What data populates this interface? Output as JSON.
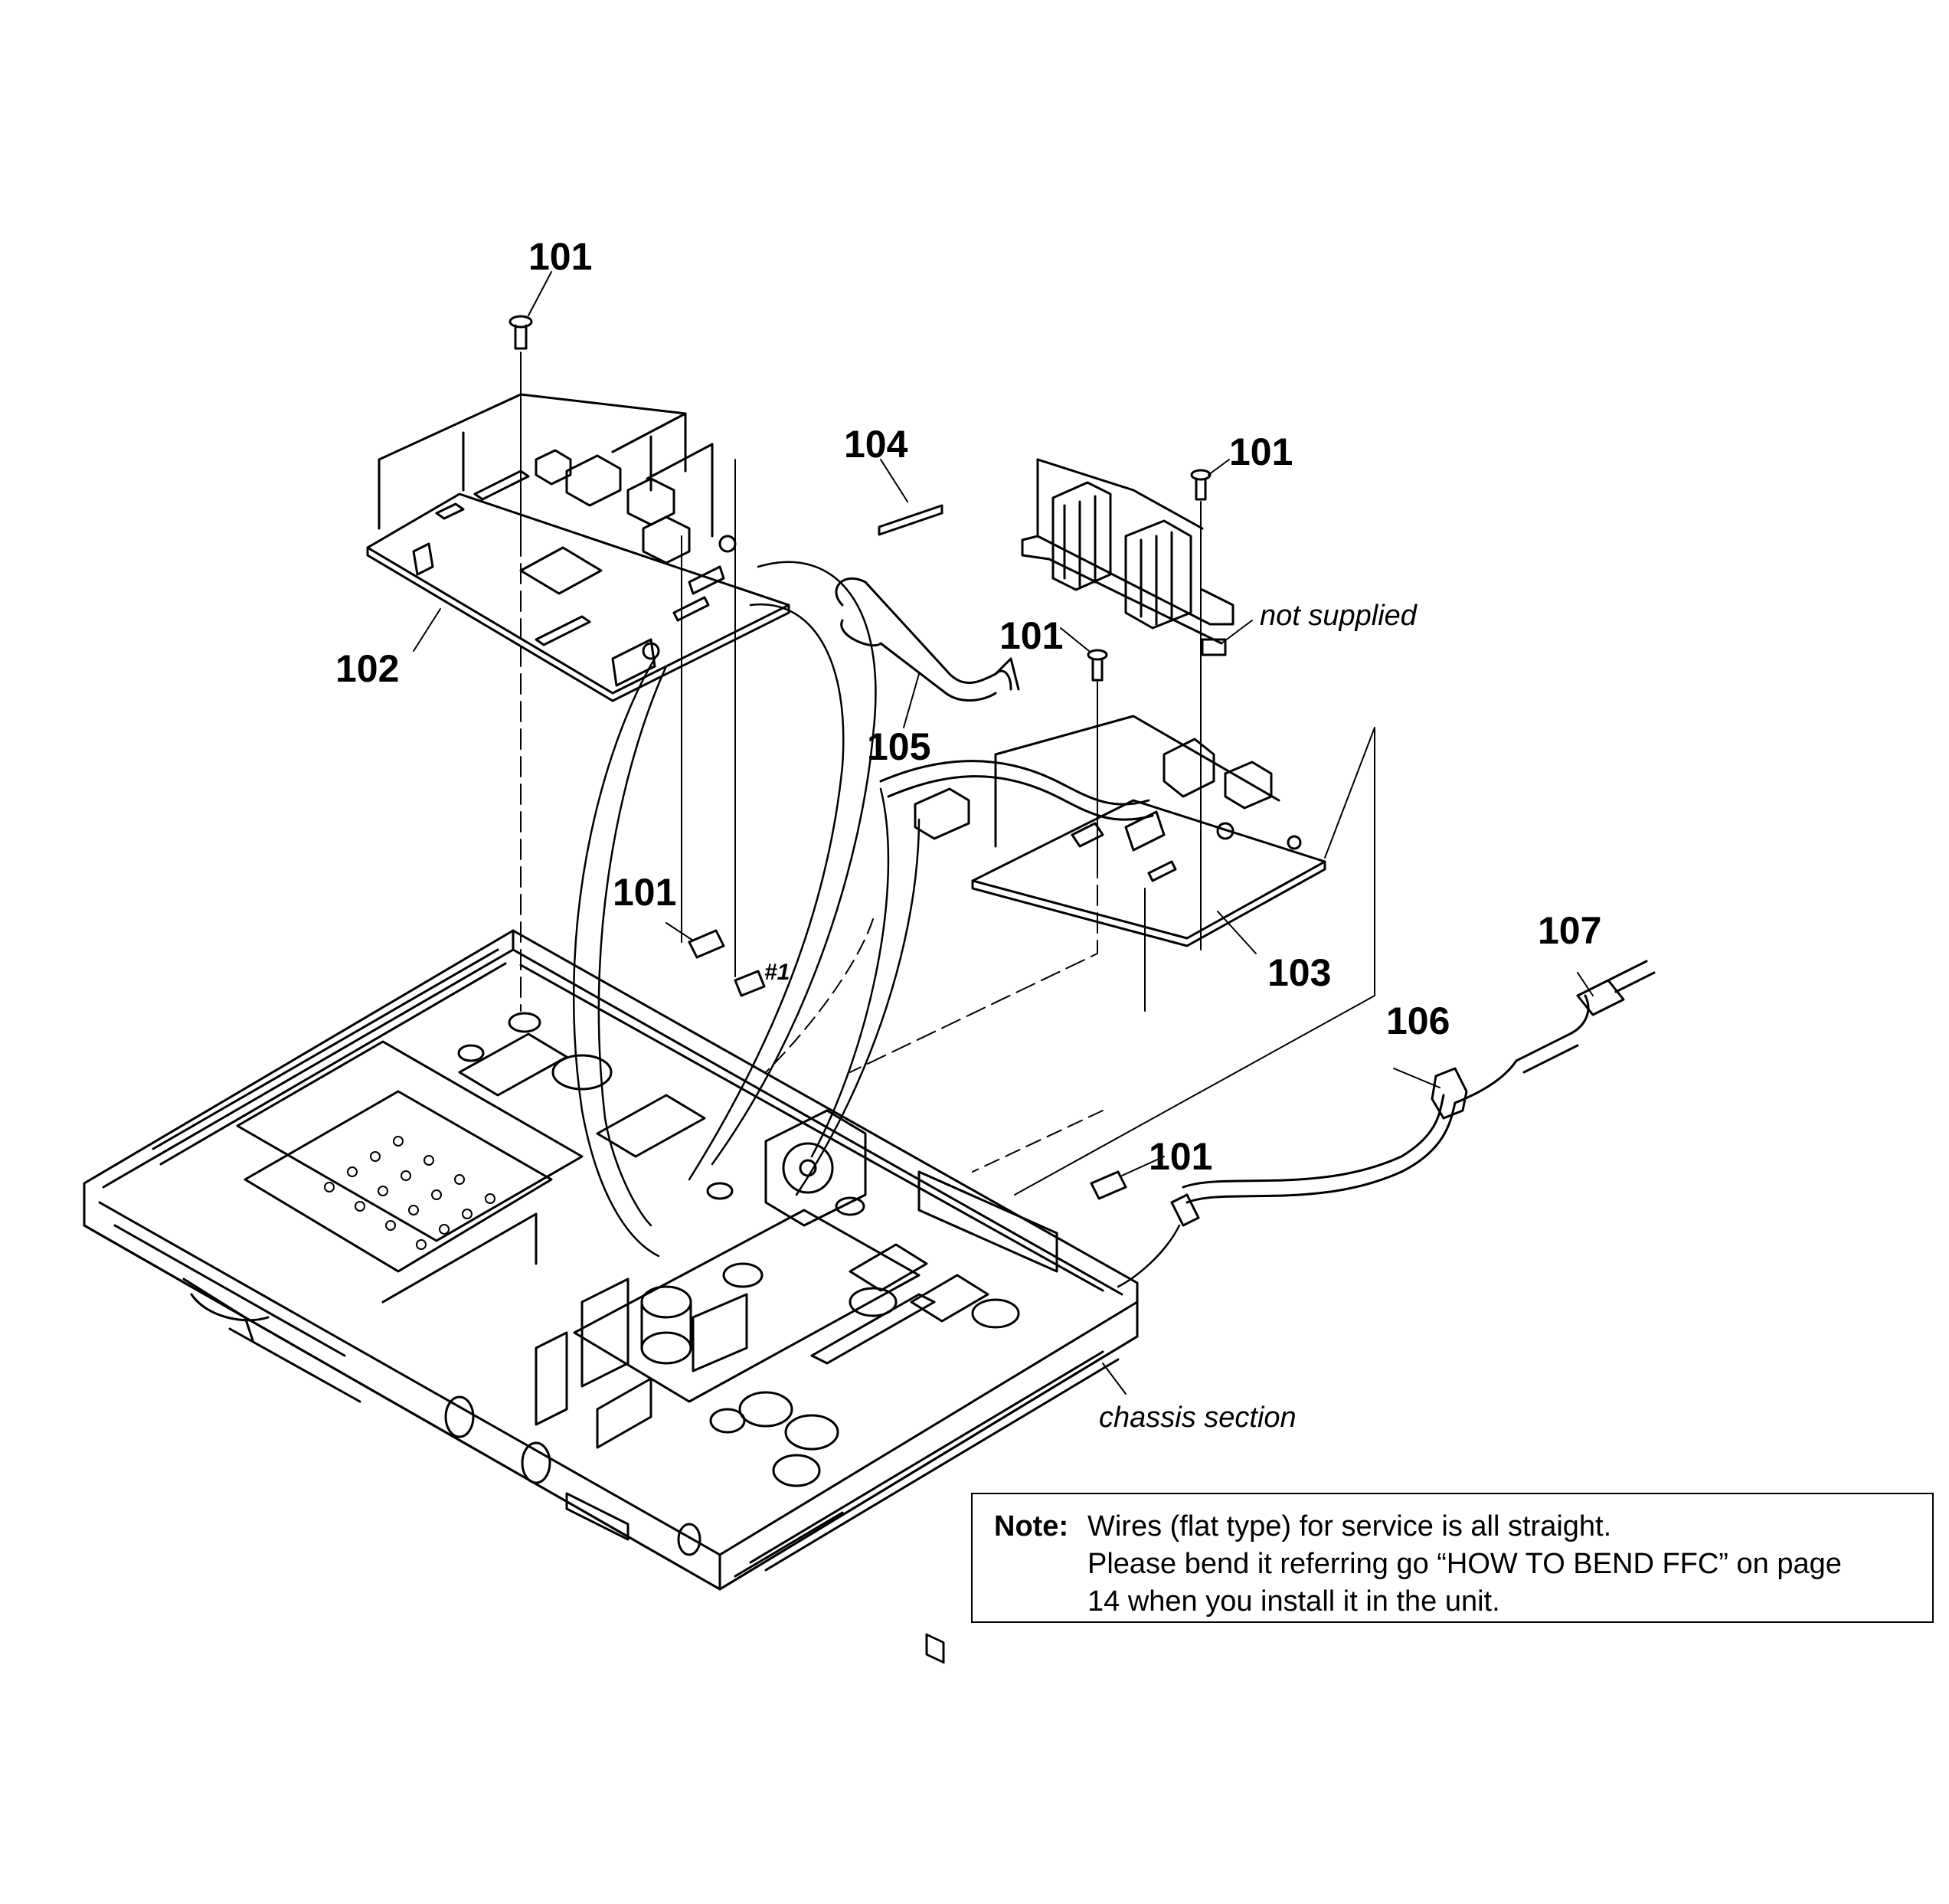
{
  "callouts": {
    "c101_top": "101",
    "c101_right": "101",
    "c101_mid": "101",
    "c101_left": "101",
    "c101_low": "101",
    "c102": "102",
    "c103": "103",
    "c104": "104",
    "c105": "105",
    "c106": "106",
    "c107": "107"
  },
  "marker": "#1",
  "captions": {
    "not_supplied": "not supplied",
    "chassis_section": "chassis section"
  },
  "note": {
    "label": "Note:",
    "line1": "Wires (flat type) for service is all straight.",
    "line2": "Please bend it referring go “HOW TO BEND FFC” on page",
    "line3": "14 when you install it in the unit."
  }
}
